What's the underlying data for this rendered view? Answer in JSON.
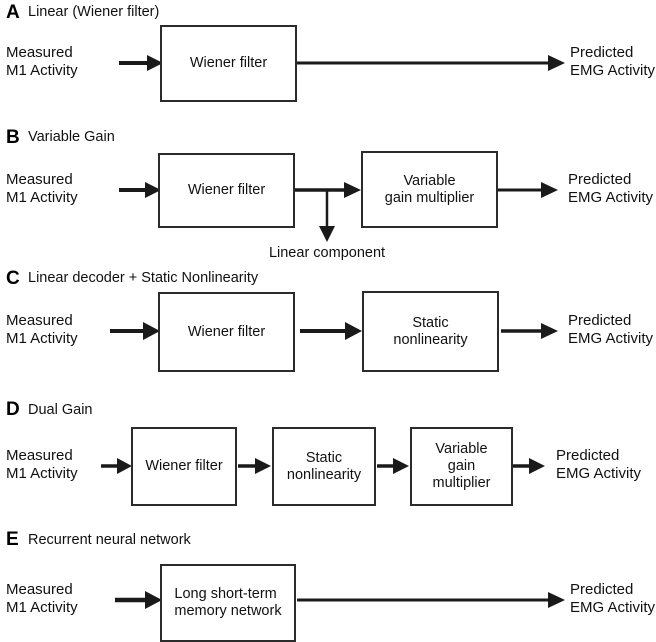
{
  "figure": {
    "background": "#ffffff",
    "stroke_color": "#1a1a1a",
    "box_border_color": "#2b2b2b",
    "text_color": "#111111",
    "common_input_line1": "Measured",
    "common_input_line2": "M1 Activity",
    "common_output_line1": "Predicted",
    "common_output_line2": "EMG Activity"
  },
  "panels": [
    {
      "letter": "A",
      "title": "Linear (Wiener filter)",
      "input": {
        "line1": "Measured",
        "line2": "M1 Activity"
      },
      "output": {
        "line1": "Predicted",
        "line2": "EMG Activity"
      },
      "boxes": [
        {
          "label": "Wiener filter"
        }
      ],
      "branch": null
    },
    {
      "letter": "B",
      "title": "Variable Gain",
      "input": {
        "line1": "Measured",
        "line2": "M1 Activity"
      },
      "output": {
        "line1": "Predicted",
        "line2": "EMG Activity"
      },
      "boxes": [
        {
          "label": "Wiener filter"
        },
        {
          "label": "Variable\ngain multiplier"
        }
      ],
      "branch": {
        "label": "Linear component"
      }
    },
    {
      "letter": "C",
      "title": "Linear decoder + Static Nonlinearity",
      "input": {
        "line1": "Measured",
        "line2": "M1 Activity"
      },
      "output": {
        "line1": "Predicted",
        "line2": "EMG Activity"
      },
      "boxes": [
        {
          "label": "Wiener filter"
        },
        {
          "label": "Static\nnonlinearity"
        }
      ],
      "branch": null
    },
    {
      "letter": "D",
      "title": "Dual Gain",
      "input": {
        "line1": "Measured",
        "line2": "M1 Activity"
      },
      "output": {
        "line1": "Predicted",
        "line2": "EMG Activity"
      },
      "boxes": [
        {
          "label": "Wiener filter"
        },
        {
          "label": "Static\nnonlinearity"
        },
        {
          "label": "Variable\ngain\nmultiplier"
        }
      ],
      "branch": null
    },
    {
      "letter": "E",
      "title": "Recurrent neural network",
      "input": {
        "line1": "Measured",
        "line2": "M1 Activity"
      },
      "output": {
        "line1": "Predicted",
        "line2": "EMG Activity"
      },
      "boxes": [
        {
          "label": "Long short-term\nmemory network"
        }
      ],
      "branch": null
    }
  ]
}
